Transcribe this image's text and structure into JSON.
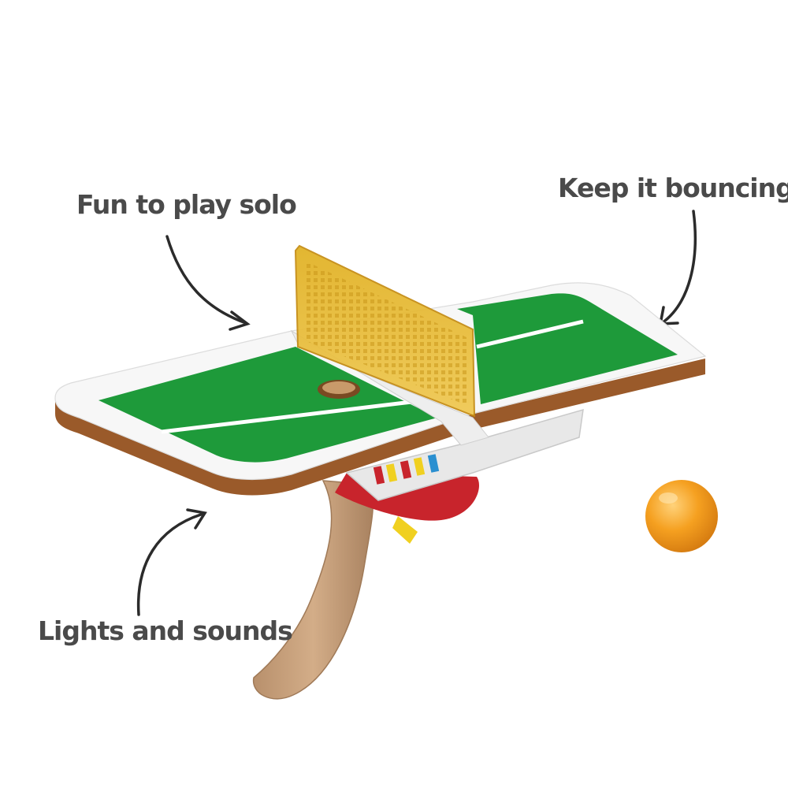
{
  "callouts": {
    "solo": "Fun to play solo",
    "bounce": "Keep it bouncing",
    "lights": "Lights and sounds"
  },
  "colors": {
    "table_green": "#1e9a3a",
    "table_border": "#f7f7f7",
    "table_edge": "#9a5a2a",
    "net": "#e8b820",
    "handle": "#c9a27e",
    "paddle_red": "#c8242c",
    "ball": "#f5a020",
    "text": "#4a4a4a"
  }
}
